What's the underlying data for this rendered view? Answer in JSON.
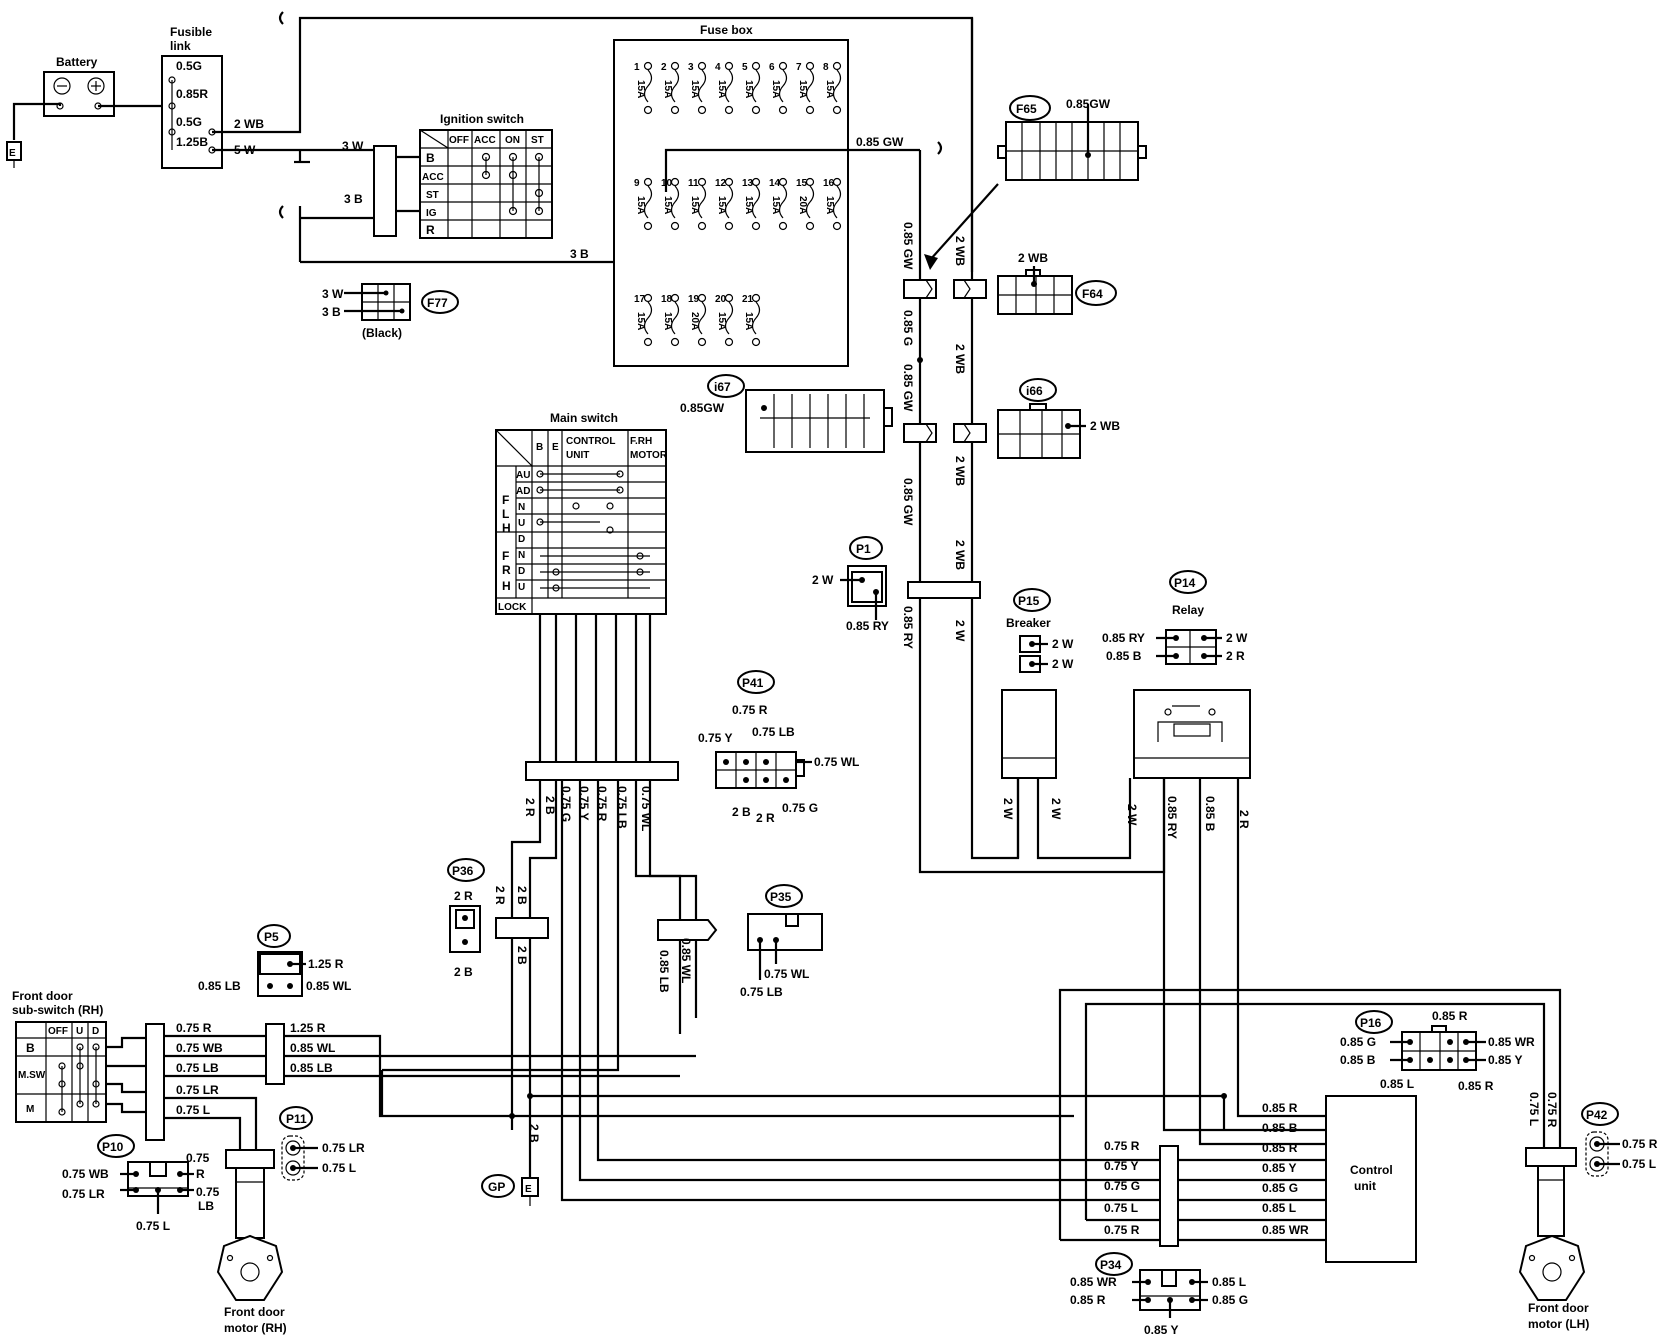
{
  "battery": {
    "label": "Battery",
    "ground": "E"
  },
  "fusible_link": {
    "label_1": "Fusible",
    "label_2": "link",
    "fuses": [
      "0.5G",
      "0.85R",
      "0.5G",
      "1.25B"
    ]
  },
  "fuse_box": {
    "label": "Fuse box",
    "fuses": [
      {
        "n": "1",
        "a": "15A"
      },
      {
        "n": "2",
        "a": "15A"
      },
      {
        "n": "3",
        "a": "15A"
      },
      {
        "n": "4",
        "a": "15A"
      },
      {
        "n": "5",
        "a": "15A"
      },
      {
        "n": "6",
        "a": "15A"
      },
      {
        "n": "7",
        "a": "15A"
      },
      {
        "n": "8",
        "a": "15A"
      },
      {
        "n": "9",
        "a": "15A"
      },
      {
        "n": "10",
        "a": "15A"
      },
      {
        "n": "11",
        "a": "15A"
      },
      {
        "n": "12",
        "a": "15A"
      },
      {
        "n": "13",
        "a": "15A"
      },
      {
        "n": "14",
        "a": "15A"
      },
      {
        "n": "15",
        "a": "20A"
      },
      {
        "n": "16",
        "a": "15A"
      },
      {
        "n": "17",
        "a": "15A"
      },
      {
        "n": "18",
        "a": "15A"
      },
      {
        "n": "19",
        "a": "20A"
      },
      {
        "n": "20",
        "a": "15A"
      },
      {
        "n": "21",
        "a": "15A"
      }
    ]
  },
  "ignition_switch": {
    "label": "Ignition switch",
    "cols": [
      "OFF",
      "ACC",
      "ON",
      "ST"
    ],
    "rows": [
      "B",
      "ACC",
      "ST",
      "IG",
      "R"
    ]
  },
  "main_switch": {
    "label": "Main switch",
    "cols": [
      "B",
      "E",
      "CONTROL",
      "UNIT",
      "F.RH",
      "MOTOR"
    ],
    "rows": [
      "AU",
      "AD",
      "N",
      "U",
      "D",
      "N",
      "D",
      "U",
      "LOCK"
    ],
    "groups": [
      "F",
      "L",
      "H",
      "F",
      "R",
      "H"
    ]
  },
  "control_unit": {
    "label_1": "Control",
    "label_2": "unit",
    "wires": [
      "0.85 R",
      "0.85 B",
      "0.85 R",
      "0.85 Y",
      "0.85 G",
      "0.85 L",
      "0.85 WR"
    ]
  },
  "front_sub_switch": {
    "label_1": "Front door",
    "label_2": "sub-switch (RH)",
    "cols": [
      "OFF",
      "U",
      "D"
    ],
    "rows": [
      "B",
      "M.SW",
      "M"
    ]
  },
  "motors": {
    "rh_1": "Front door",
    "rh_2": "motor (RH)",
    "lh_1": "Front door",
    "lh_2": "motor (LH)"
  },
  "devices": {
    "breaker": "Breaker",
    "relay": "Relay",
    "black": "(Black)",
    "ground_gp": "GP",
    "ground_e": "E"
  },
  "connectors": {
    "F65": "F65",
    "F64": "F64",
    "F77": "F77",
    "I67": "i67",
    "I66": "i66",
    "P1": "P1",
    "P15": "P15",
    "P14": "P14",
    "P41": "P41",
    "P36": "P36",
    "P35": "P35",
    "P5": "P5",
    "P16": "P16",
    "P42": "P42",
    "P11": "P11",
    "P10": "P10",
    "P34": "P34",
    "GP": "GP"
  },
  "wire_labels": {
    "w2wb": "2 WB",
    "w5w": "5 W",
    "w3w": "3 W",
    "w3b": "3 B",
    "w3b_low": "3 B",
    "w085gw": "0.85 GW",
    "f77_3w": "3 W",
    "f77_3b": "3 B",
    "f65_085gw": "0.85GW",
    "f64_2wb": "2 WB",
    "v_085gw_1": "0.85 GW",
    "v_2wb_1": "2 WB",
    "v_085g": "0.85 G",
    "v_2wb_2": "2 WB",
    "v_085gw_2": "0.85 GW",
    "v_2wb_3": "2 WB",
    "v_085gw_3": "0.85 GW",
    "v_2wb_4": "2 WB",
    "v_085ry": "0.85 RY",
    "v_2w": "2 W",
    "i67_085gw": "0.85GW",
    "i66_2wb": "2 WB",
    "p1_2w": "2 W",
    "p1_085ry": "0.85 RY",
    "p15_2w_1": "2 W",
    "p15_2w_2": "2 W",
    "p14_085ry": "0.85 RY",
    "p14_085b": "0.85 B",
    "p14_2w": "2 W",
    "p14_2r": "2 R",
    "br_2w": "2 W",
    "br_2w_b": "2 W",
    "rl_2w": "2 W",
    "rl_085ry": "0.85 RY",
    "rl_085b": "0.85 B",
    "rl_2r": "2 R",
    "p41_075r": "0.75 R",
    "p41_075y": "0.75 Y",
    "p41_075lb": "0.75 LB",
    "p41_075wl": "0.75 WL",
    "p41_2b": "2 B",
    "p41_2r": "2 R",
    "p41_075g": "0.75 G",
    "ms_2r": "2 R",
    "ms_2b": "2 B",
    "ms_075g": "0.75 G",
    "ms_075y": "0.75 Y",
    "ms_075r": "0.75 R",
    "ms_075lb": "0.75 LB",
    "ms_075wl": "0.75 WL",
    "p36_2r": "2 R",
    "p36_2b": "2 B",
    "v36_2r": "2 R",
    "v36_2b": "2 B",
    "v36_2b_low": "2 B",
    "v_085lb": "0.85 LB",
    "v_085wl": "0.85 WL",
    "p35_075wl": "0.75 WL",
    "p35_075lb": "0.75 LB",
    "p5_125r": "1.25 R",
    "p5_085lb": "0.85 LB",
    "p5_085wl": "0.85 WL",
    "ss_075r": "0.75 R",
    "ss_075wb": "0.75 WB",
    "ss_075lb": "0.75 LB",
    "ss_075lr": "0.75 LR",
    "ss_075l": "0.75 L",
    "ss_125r": "1.25 R",
    "ss_085wl": "0.85 WL",
    "ss_085lb": "0.85 LB",
    "p11_075lr": "0.75 LR",
    "p11_075l": "0.75 L",
    "p10_075wb": "0.75 WB",
    "p10_075lr": "0.75 LR",
    "p10_075": "0.75",
    "p10_r": "R",
    "p10_075lb_1": "0.75",
    "p10_075lb_2": "LB",
    "p10_075l": "0.75 L",
    "cu_075r": "0.75 R",
    "cu_075y": "0.75 Y",
    "cu_075g": "0.75 G",
    "cu_075l": "0.75 L",
    "cu_075r2": "0.75 R",
    "p16_085r": "0.85 R",
    "p16_085g": "0.85 G",
    "p16_085b": "0.85 B",
    "p16_085wr": "0.85 WR",
    "p16_085y": "0.85 Y",
    "p16_085l": "0.85 L",
    "p16_085r2": "0.85 R",
    "p42_075l": "0.75 L",
    "p42_075r": "0.75 R",
    "p42_r": "0.75 R",
    "p42_l": "0.75 L",
    "p34_085wr": "0.85 WR",
    "p34_085r": "0.85 R",
    "p34_085l": "0.85 L",
    "p34_085g": "0.85 G",
    "p34_085y": "0.85 Y",
    "gp_2b": "2 B"
  }
}
